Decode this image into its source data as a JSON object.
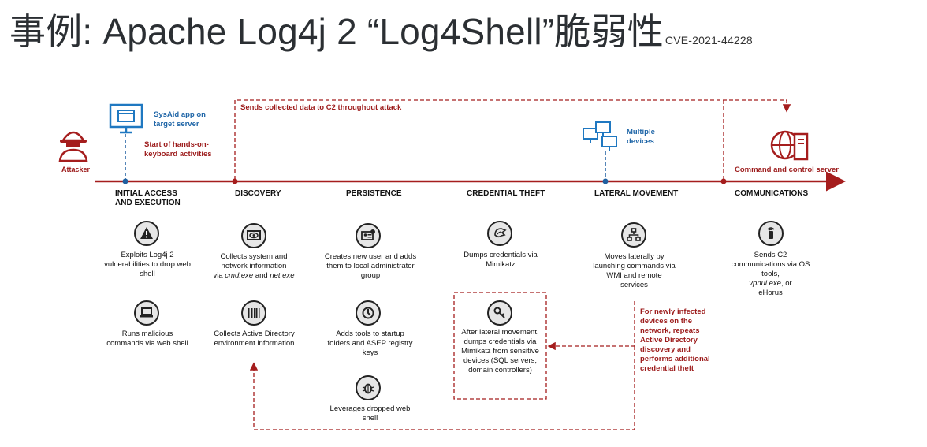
{
  "title": {
    "main": "事例: Apache Log4j 2 “Log4Shell”脆弱性",
    "cve": "CVE-2021-44228"
  },
  "top_labels": {
    "attacker": "Attacker",
    "sysaid": "SysAid app on target server",
    "hands_on": "Start of hands-on-keyboard activities",
    "c2_note": "Sends collected data to C2 throughout attack",
    "multiple_devices": "Multiple devices",
    "c2_server": "Command and control server"
  },
  "stages": [
    {
      "name": "INITIAL ACCESS AND EXECUTION"
    },
    {
      "name": "DISCOVERY"
    },
    {
      "name": "PERSISTENCE"
    },
    {
      "name": "CREDENTIAL THEFT"
    },
    {
      "name": "LATERAL MOVEMENT"
    },
    {
      "name": "COMMUNICATIONS"
    }
  ],
  "actions": {
    "exploit": "Exploits Log4j 2 vulnerabilities to drop web shell",
    "runs_cmd": "Runs malicious commands via web shell",
    "collects_sys_1": "Collects system and network information",
    "collects_sys_2a": "via ",
    "collects_sys_cmd": "cmd.exe",
    "collects_sys_and": " and ",
    "collects_sys_net": "net.exe",
    "collects_ad": "Collects Active Directory environment information",
    "create_user": "Creates new user and adds them to local administrator group",
    "adds_tools": "Adds tools to startup folders and ASEP registry keys",
    "leverage_shell": "Leverages dropped web shell",
    "dump_creds": "Dumps credentials via Mimikatz",
    "after_lateral": "After lateral movement, dumps credentials via Mimikatz from sensitive devices (SQL servers, domain controllers)",
    "moves_lateral": "Moves laterally by launching commands via WMI and remote services",
    "sends_c2_1": "Sends C2 communications via OS tools,",
    "sends_c2_vpnui": "vpnui.exe",
    "sends_c2_or": ", or",
    "sends_c2_ehorus": "eHorus",
    "new_infected": "For newly infected devices on the network, repeats Active Directory discovery and performs additional credential theft"
  },
  "icons": [
    "hacker-icon",
    "monitor-icon",
    "devices-icon",
    "globe-server-icon",
    "warning-icon",
    "laptop-icon",
    "eye-monitor-icon",
    "barcode-icon",
    "id-card-icon",
    "shield-icon",
    "bug-icon",
    "fingerprint-icon",
    "key-icon",
    "network-icon",
    "phone-signal-icon"
  ],
  "colors": {
    "timeline_red": "#a51d1d",
    "label_red": "#9c1b1b",
    "label_blue": "#2167a8",
    "sysaid_blue": "#1f78c1"
  }
}
